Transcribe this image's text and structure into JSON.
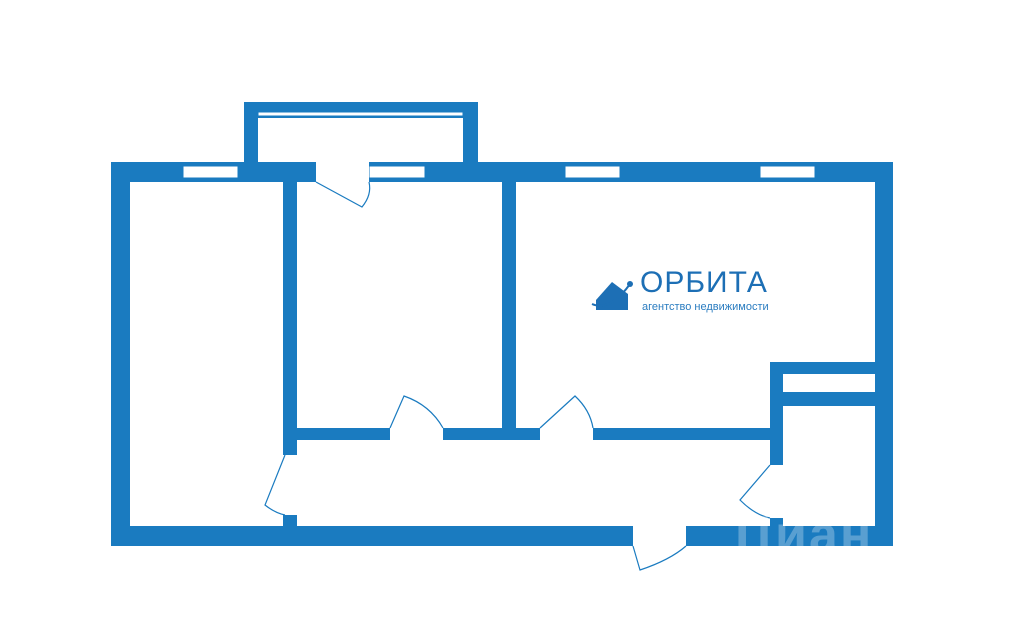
{
  "colors": {
    "wall": "#1a7bc0",
    "background": "#ffffff",
    "logo": "#1d6fb5"
  },
  "logo": {
    "title": "ОРБИТА",
    "subtitle": "агентство недвижимости",
    "icon": "house-orbit-icon"
  },
  "watermark": {
    "text": "Циан"
  }
}
